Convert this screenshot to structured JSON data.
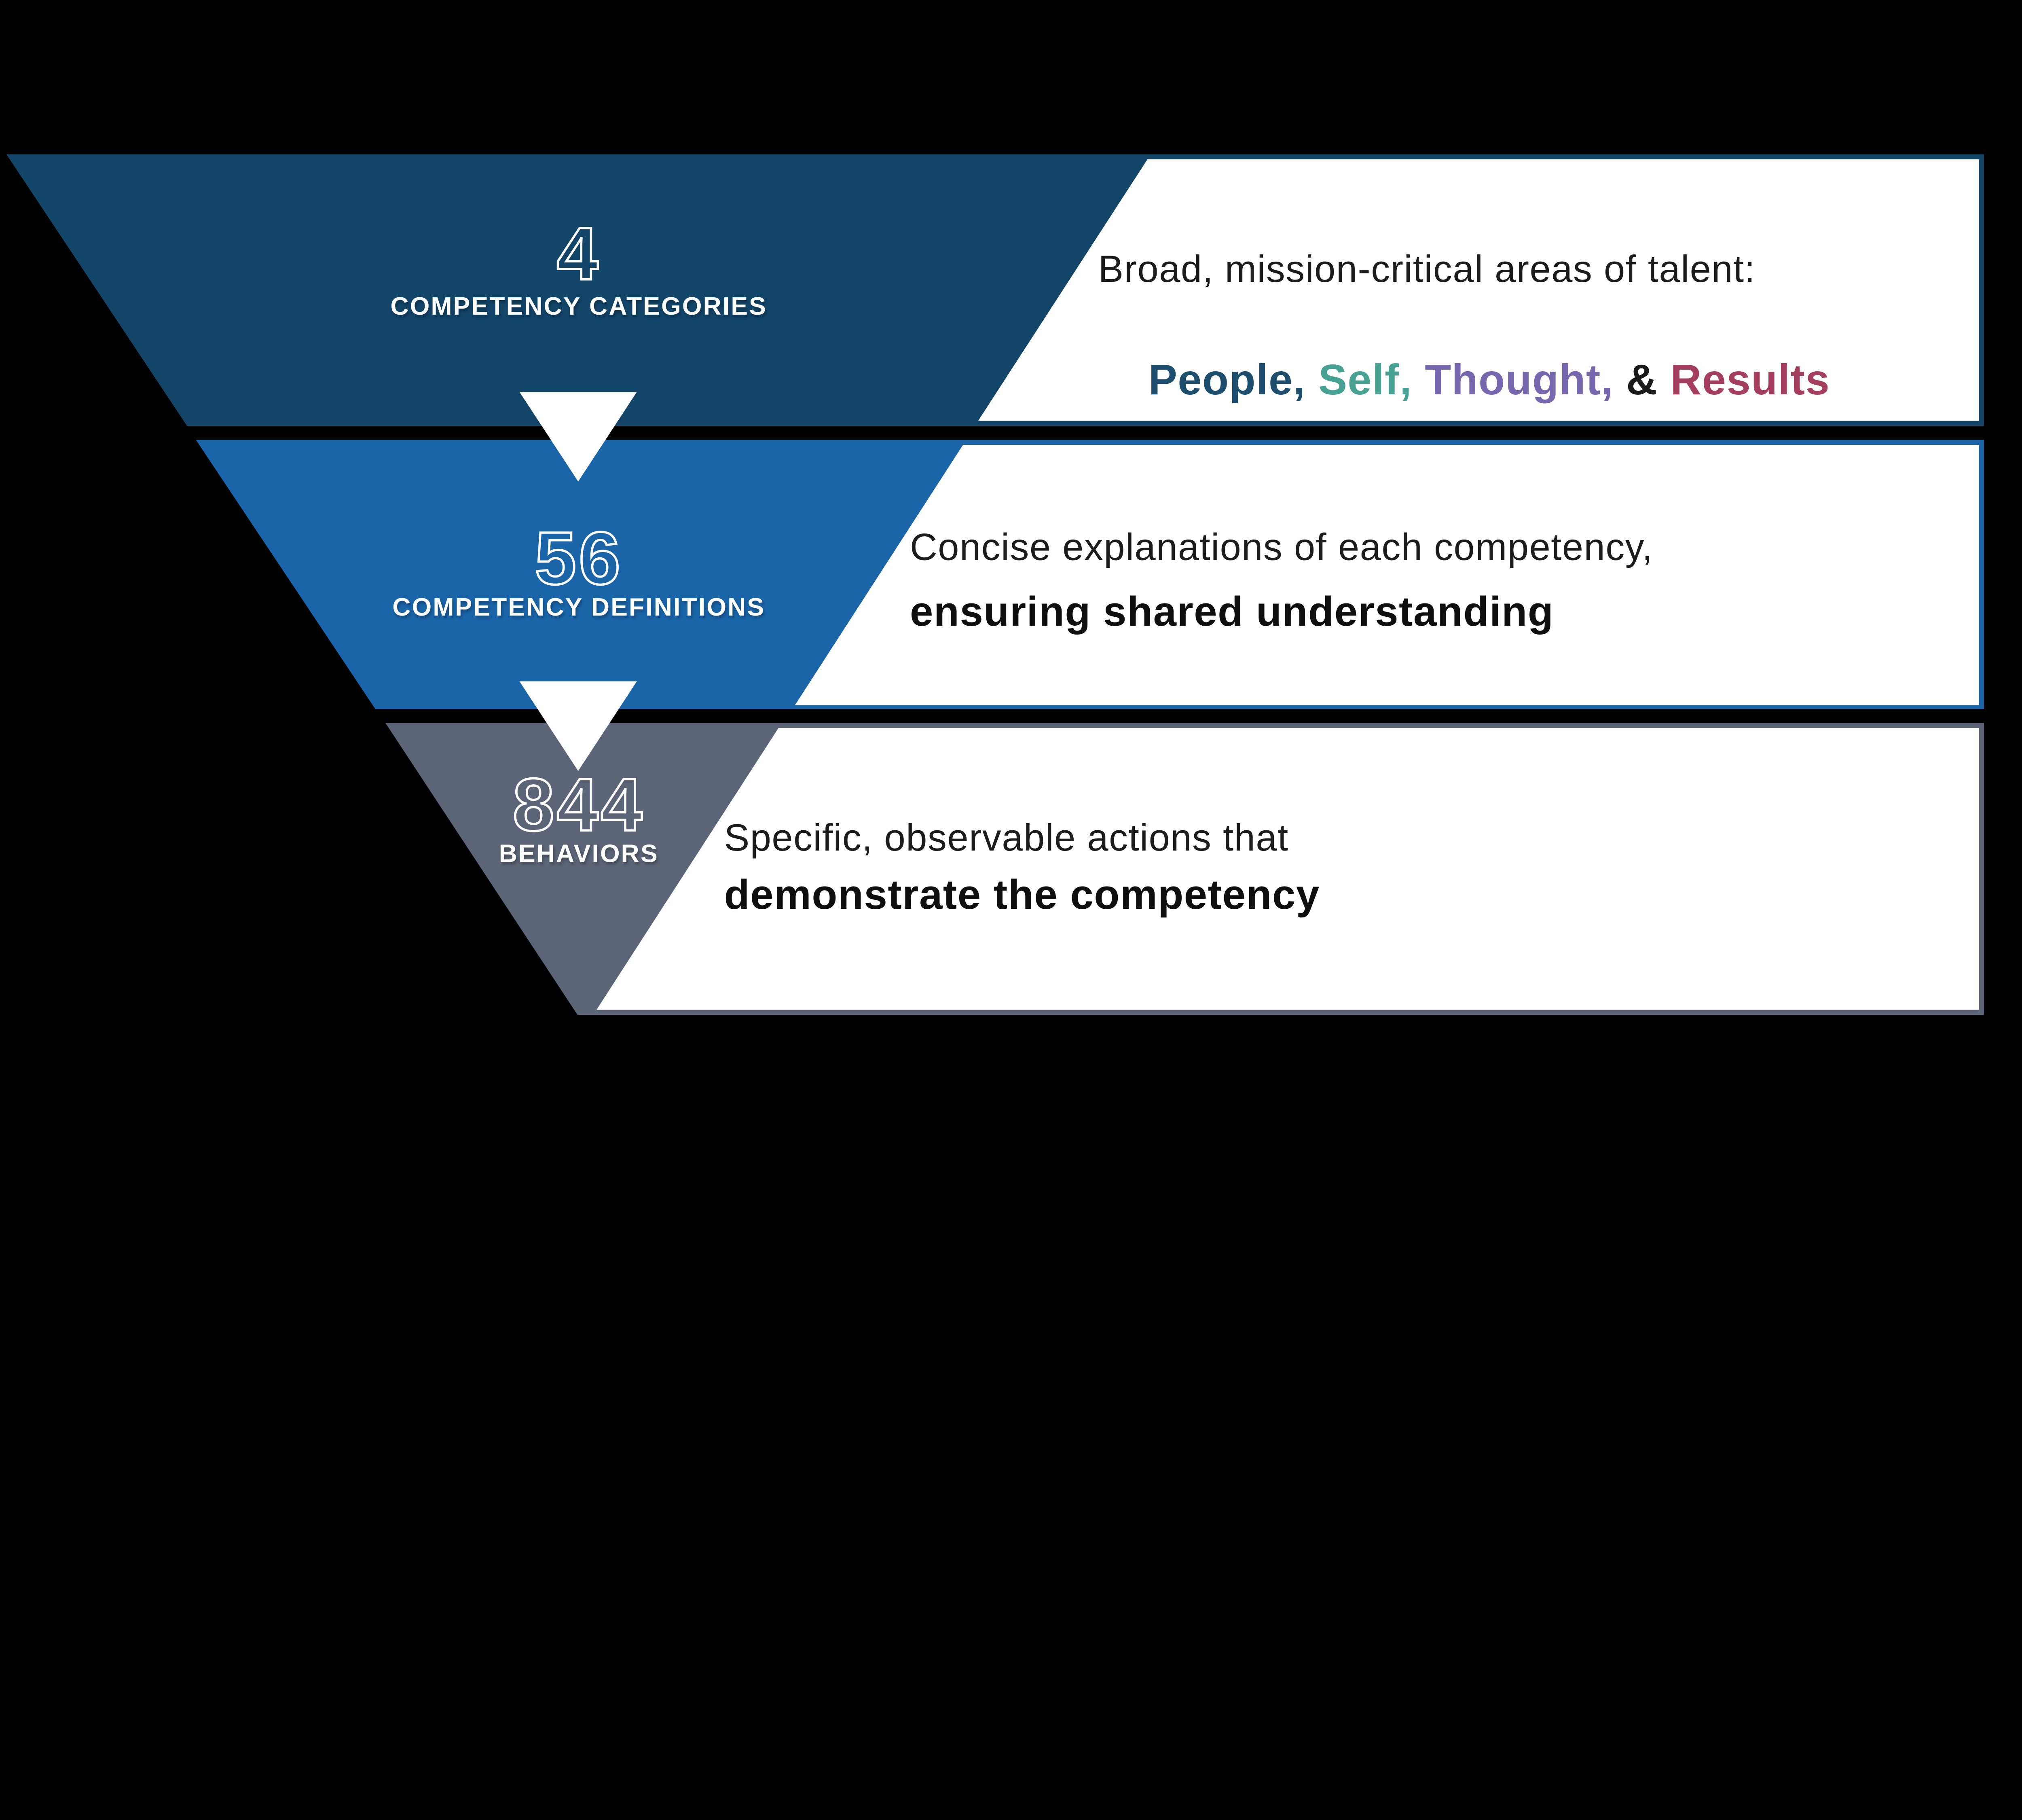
{
  "colors": {
    "background": "#000000",
    "panel": "#FFFFFF",
    "arrow": "#FFFFFF",
    "number_outline": "#FFFFFF",
    "label_text": "#FFFFFF",
    "desc_regular": "#1C1C1C",
    "desc_bold": "#0F0F0F"
  },
  "funnel": {
    "tiers": [
      {
        "number": "4",
        "label": "COMPETENCY CATEGORIES",
        "color": "#134569",
        "desc_line1": "Broad, mission-critical areas of talent:",
        "desc_line2_segments": [
          {
            "text": "People,",
            "color": "#1D4E6E"
          },
          {
            "text": " Self,",
            "color": "#47A294"
          },
          {
            "text": " Thought,",
            "color": "#7767AE"
          },
          {
            "text": " & ",
            "color": "#1A1A1A"
          },
          {
            "text": "Results",
            "color": "#A33E5F"
          }
        ]
      },
      {
        "number": "56",
        "label": "COMPETENCY DEFINITIONS",
        "color": "#1A64A8",
        "desc_line1": "Concise explanations of each competency,",
        "desc_line2": "ensuring shared understanding"
      },
      {
        "number": "844",
        "label": "BEHAVIORS",
        "color": "#5B6577",
        "desc_line1": "Specific, observable actions that",
        "desc_line2": "demonstrate the competency"
      }
    ]
  }
}
